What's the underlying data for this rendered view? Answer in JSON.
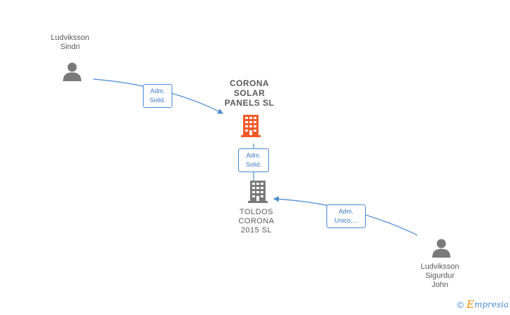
{
  "nodes": {
    "person_sindri": {
      "name": "Ludviksson\nSindri",
      "icon": "person-icon"
    },
    "company_corona_solar": {
      "name": "CORONA\nSOLAR\nPANELS  SL",
      "icon": "building-icon",
      "color": "#f05a28"
    },
    "company_toldos": {
      "name": "TOLDOS\nCORONA\n2015  SL",
      "icon": "building-icon",
      "color": "#7a7a7a"
    },
    "person_sigurdur": {
      "name": "Ludviksson\nSigurdur\nJohn",
      "icon": "person-icon"
    }
  },
  "edges": [
    {
      "from": "person_sindri",
      "to": "company_corona_solar",
      "label": "Adm.\nSolid."
    },
    {
      "from": "company_corona_solar",
      "to": "company_toldos",
      "label": "Adm.\nSolid."
    },
    {
      "from": "person_sigurdur",
      "to": "company_toldos",
      "label": "Adm.\nUnico,..."
    }
  ],
  "colors": {
    "edge": "#4a89d0",
    "person": "#7a7a7a",
    "main_company": "#f05a28",
    "company": "#7a7a7a"
  },
  "footer": {
    "copyright": "©",
    "brand_first": "E",
    "brand_rest": "mpresia"
  }
}
